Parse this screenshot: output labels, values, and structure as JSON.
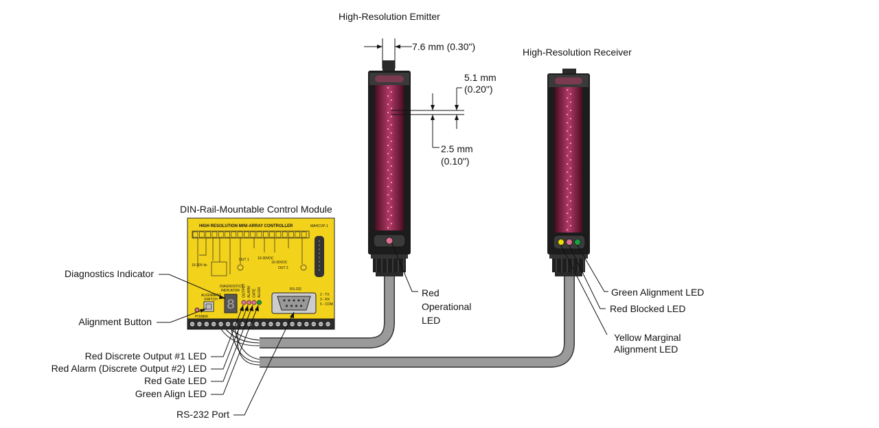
{
  "titles": {
    "emitter": "High-Resolution Emitter",
    "receiver": "High-Resolution Receiver",
    "module": "DIN-Rail-Mountable Control Module"
  },
  "dimensions": {
    "width": "7.6 mm (0.30\")",
    "pitch_mm": "5.1 mm",
    "pitch_in": "(0.20\")",
    "spacing_mm": "2.5 mm",
    "spacing_in": "(0.10\")"
  },
  "emitter_callouts": {
    "red_operational_1": "Red",
    "red_operational_2": "Operational",
    "red_operational_3": "LED"
  },
  "receiver_callouts": {
    "green_alignment": "Green Alignment LED",
    "red_blocked": "Red Blocked LED",
    "yellow_marginal_1": "Yellow Marginal",
    "yellow_marginal_2": "Alignment LED"
  },
  "module_callouts": {
    "diagnostics": "Diagnostics Indicator",
    "alignment_button": "Alignment Button",
    "output1": "Red Discrete Output #1 LED",
    "alarm": "Red Alarm (Discrete Output #2) LED",
    "gate": "Red Gate LED",
    "align": "Green Align LED",
    "rs232_port": "RS-232 Port"
  },
  "module_panel": {
    "header": "HIGH RESOLUTION MINI-ARRAY CONTROLLER",
    "model": "MAHCVP-1",
    "rs232": "RS-232",
    "pins_1": "2 - TX",
    "pins_2": "3 - RX",
    "pins_3": "5 - COM",
    "diag_1": "DIAGNOSTICS",
    "diag_2": "INDICATOR",
    "align_sw_1": "ALIGNMENT",
    "align_sw_2": "SWITCH",
    "power": "POWER",
    "led_labels": [
      "OUTPUT",
      "ALARM",
      "GATE",
      "ALIGN"
    ]
  },
  "colors": {
    "module_body": "#f3d21c",
    "array_window": "#8a1f45",
    "array_dots": "#ff9fc0",
    "housing": "#1c1c1c",
    "cable": "#8c8c8c",
    "led_yellow": "#f0e000",
    "led_red": "#e07090",
    "led_green": "#18a040"
  }
}
